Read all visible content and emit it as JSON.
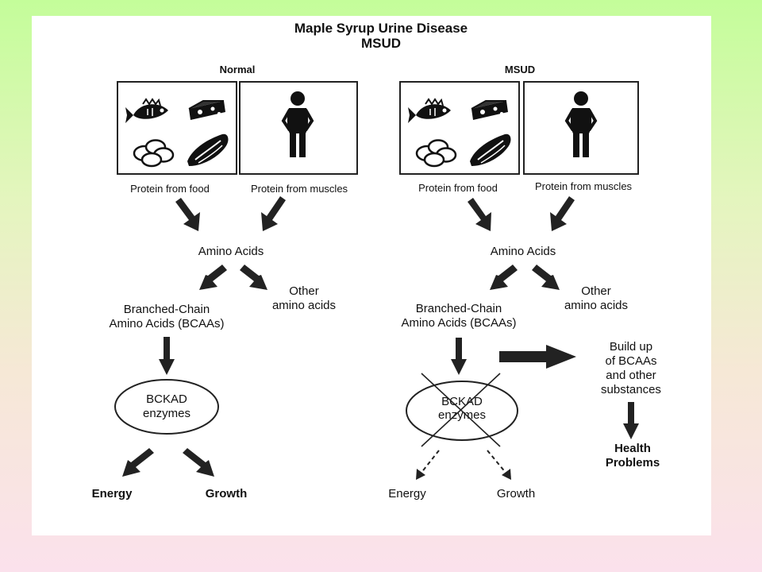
{
  "title_line1": "Maple Syrup Urine Disease",
  "title_line2": "MSUD",
  "normal": {
    "heading": "Normal",
    "caption_food": "Protein from food",
    "caption_muscles": "Protein from muscles",
    "amino_acids": "Amino Acids",
    "other_line1": "Other",
    "other_line2": "amino acids",
    "bcaa_line1": "Branched-Chain",
    "bcaa_line2": "Amino Acids (BCAAs)",
    "enzyme_line1": "BCKAD",
    "enzyme_line2": "enzymes",
    "energy": "Energy",
    "growth": "Growth"
  },
  "msud": {
    "heading": "MSUD",
    "caption_food": "Protein from food",
    "caption_muscles": "Protein from muscles",
    "amino_acids": "Amino Acids",
    "other_line1": "Other",
    "other_line2": "amino acids",
    "bcaa_line1": "Branched-Chain",
    "bcaa_line2": "Amino Acids (BCAAs)",
    "enzyme_line1": "BCKAD",
    "enzyme_line2": "enzymes",
    "energy": "Energy",
    "growth": "Growth",
    "buildup_line1": "Build up",
    "buildup_line2": "of BCAAs",
    "buildup_line3": "and other",
    "buildup_line4": "substances",
    "health_line1": "Health",
    "health_line2": "Problems"
  },
  "colors": {
    "ink": "#222222",
    "background_top": "#c4fd9a",
    "background_bottom": "#fbe1ec",
    "panel": "#ffffff"
  },
  "icons": [
    "fish-icon",
    "cheese-icon",
    "eggs-icon",
    "meat-icon",
    "person-icon"
  ]
}
